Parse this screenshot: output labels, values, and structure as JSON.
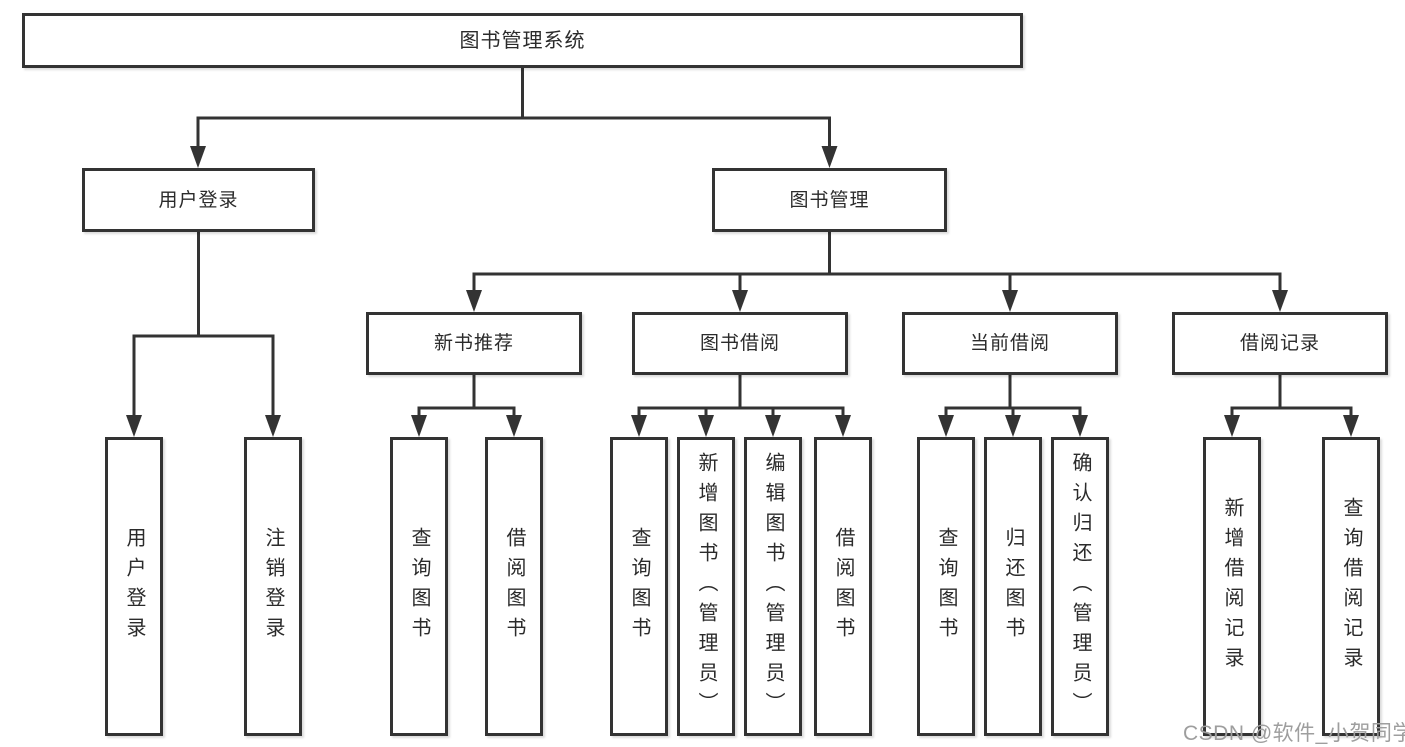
{
  "watermark": "CSDN @软件_小贺同学",
  "colors": {
    "line": "#333333",
    "box_border": "#333333",
    "text": "#2b2b2b",
    "watermark": "#9e9e9e",
    "background": "#ffffff"
  },
  "tree": {
    "root": "图书管理系统",
    "branches": [
      {
        "label": "用户登录",
        "children": [
          "用户登录",
          "注销登录"
        ]
      },
      {
        "label": "图书管理",
        "groups": [
          {
            "label": "新书推荐",
            "children": [
              "查询图书",
              "借阅图书"
            ]
          },
          {
            "label": "图书借阅",
            "children": [
              "查询图书",
              "新增图书（管理员）",
              "编辑图书（管理员）",
              "借阅图书"
            ]
          },
          {
            "label": "当前借阅",
            "children": [
              "查询图书",
              "归还图书",
              "确认归还（管理员）"
            ]
          },
          {
            "label": "借阅记录",
            "children": [
              "新增借阅记录",
              "查询借阅记录"
            ]
          }
        ]
      }
    ]
  }
}
